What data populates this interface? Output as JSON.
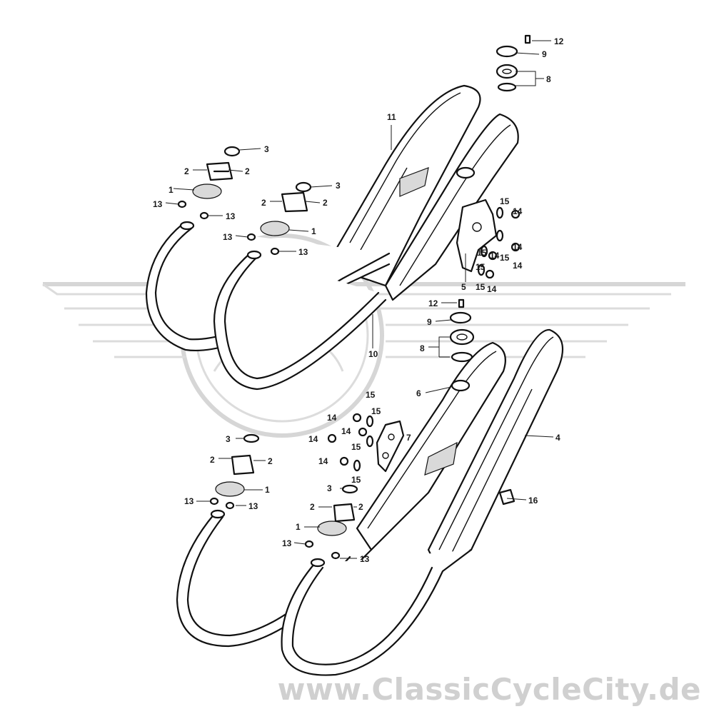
{
  "diagram": {
    "callouts": [
      {
        "id": "c12a",
        "text": "12"
      },
      {
        "id": "c9a",
        "text": "9"
      },
      {
        "id": "c8a",
        "text": "8"
      },
      {
        "id": "c11",
        "text": "11"
      },
      {
        "id": "c3a",
        "text": "3"
      },
      {
        "id": "c2a",
        "text": "2"
      },
      {
        "id": "c2b",
        "text": "2"
      },
      {
        "id": "c3b",
        "text": "3"
      },
      {
        "id": "c1a",
        "text": "1"
      },
      {
        "id": "c13a",
        "text": "13"
      },
      {
        "id": "c2c",
        "text": "2"
      },
      {
        "id": "c2d",
        "text": "2"
      },
      {
        "id": "c13b",
        "text": "13"
      },
      {
        "id": "c13c",
        "text": "13"
      },
      {
        "id": "c1b",
        "text": "1"
      },
      {
        "id": "c13d",
        "text": "13"
      },
      {
        "id": "c15a",
        "text": "15"
      },
      {
        "id": "c14a",
        "text": "14"
      },
      {
        "id": "c15b",
        "text": "15"
      },
      {
        "id": "c14b",
        "text": "14"
      },
      {
        "id": "c14c",
        "text": "14"
      },
      {
        "id": "c15c",
        "text": "15"
      },
      {
        "id": "c15d",
        "text": "15"
      },
      {
        "id": "c14d",
        "text": "14"
      },
      {
        "id": "c5",
        "text": "5"
      },
      {
        "id": "c15e",
        "text": "15"
      },
      {
        "id": "c14e",
        "text": "14"
      },
      {
        "id": "c12b",
        "text": "12"
      },
      {
        "id": "c9b",
        "text": "9"
      },
      {
        "id": "c10",
        "text": "10"
      },
      {
        "id": "c8b",
        "text": "8"
      },
      {
        "id": "c6",
        "text": "6"
      },
      {
        "id": "c15f",
        "text": "15"
      },
      {
        "id": "c14f",
        "text": "14"
      },
      {
        "id": "c15g",
        "text": "15"
      },
      {
        "id": "c14g",
        "text": "14"
      },
      {
        "id": "c3c",
        "text": "3"
      },
      {
        "id": "c14h",
        "text": "14"
      },
      {
        "id": "c15h",
        "text": "15"
      },
      {
        "id": "c7",
        "text": "7"
      },
      {
        "id": "c4",
        "text": "4"
      },
      {
        "id": "c2e",
        "text": "2"
      },
      {
        "id": "c2f",
        "text": "2"
      },
      {
        "id": "c14i",
        "text": "14"
      },
      {
        "id": "c15i",
        "text": "15"
      },
      {
        "id": "c1c",
        "text": "1"
      },
      {
        "id": "c3d",
        "text": "3"
      },
      {
        "id": "c13e",
        "text": "13"
      },
      {
        "id": "c13f",
        "text": "13"
      },
      {
        "id": "c16",
        "text": "16"
      },
      {
        "id": "c2g",
        "text": "2"
      },
      {
        "id": "c2h",
        "text": "2"
      },
      {
        "id": "c1d",
        "text": "1"
      },
      {
        "id": "c13g",
        "text": "13"
      },
      {
        "id": "c13h",
        "text": "13"
      }
    ]
  },
  "watermark": {
    "text": "www.ClassicCycleCity.de"
  }
}
